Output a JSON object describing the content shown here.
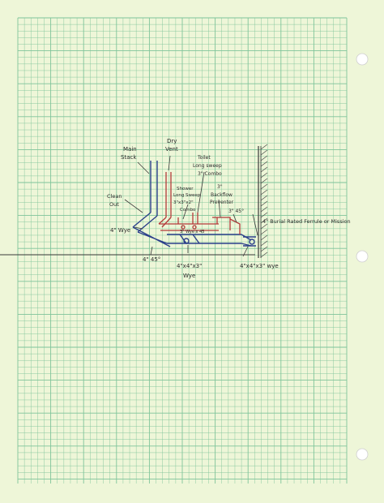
{
  "sheet": {
    "paper_color": "#eef6d8",
    "grid_color": "#7fc49a",
    "pencil_color": "#3a3a3a",
    "drain_color": "#2b3f8a",
    "vent_color": "#b33a3a"
  },
  "labels": {
    "main_stack": [
      "Main",
      "Stack"
    ],
    "dry_vent": [
      "Dry",
      "Vent"
    ],
    "toilet": [
      "Toilet",
      "Long sweep",
      "3\" Combo"
    ],
    "shower": [
      "Shower",
      "Long Sweep",
      "3\"x3\"x2\"",
      "Combo"
    ],
    "backflow": [
      "3\"",
      "Backflow",
      "Preventer"
    ],
    "clean_out": [
      "Clean",
      "Out"
    ],
    "wye_4": "4\" Wye",
    "small_wye": "3\" Wye x 45",
    "forty_five_3": "3\" 45°",
    "forty_five_4": "4\" 45°",
    "wye_443": [
      "4\"x4\"x3\"",
      "Wye"
    ],
    "wye_443_right": "4\"x4\"x3\" wye",
    "buried_ferrule": "4\" Burial Rated Ferrule or Mission"
  }
}
